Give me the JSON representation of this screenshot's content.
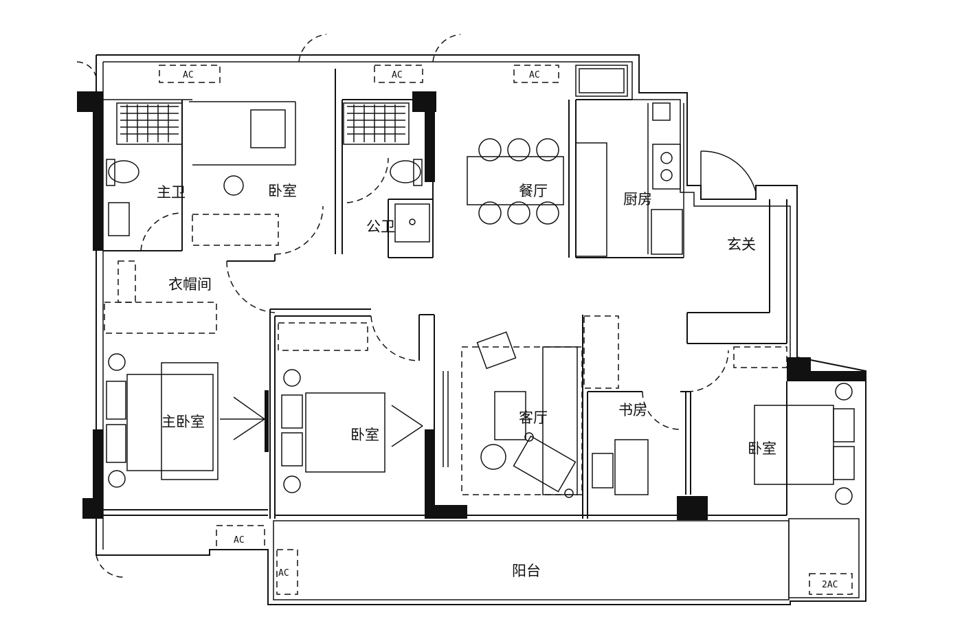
{
  "rooms": {
    "master_bath": "主卫",
    "bedroom_top": "卧室",
    "public_bath": "公卫",
    "dining": "餐厅",
    "kitchen": "厨房",
    "foyer": "玄关",
    "cloakroom": "衣帽间",
    "master_bedroom": "主卧室",
    "bedroom_middle": "卧室",
    "living": "客厅",
    "study": "书房",
    "bedroom_right": "卧室",
    "balcony": "阳台"
  },
  "ac_units": {
    "ac_label": "AC",
    "ac2_label": "2AC"
  },
  "colors": {
    "wall": "#111111",
    "background": "#ffffff"
  }
}
